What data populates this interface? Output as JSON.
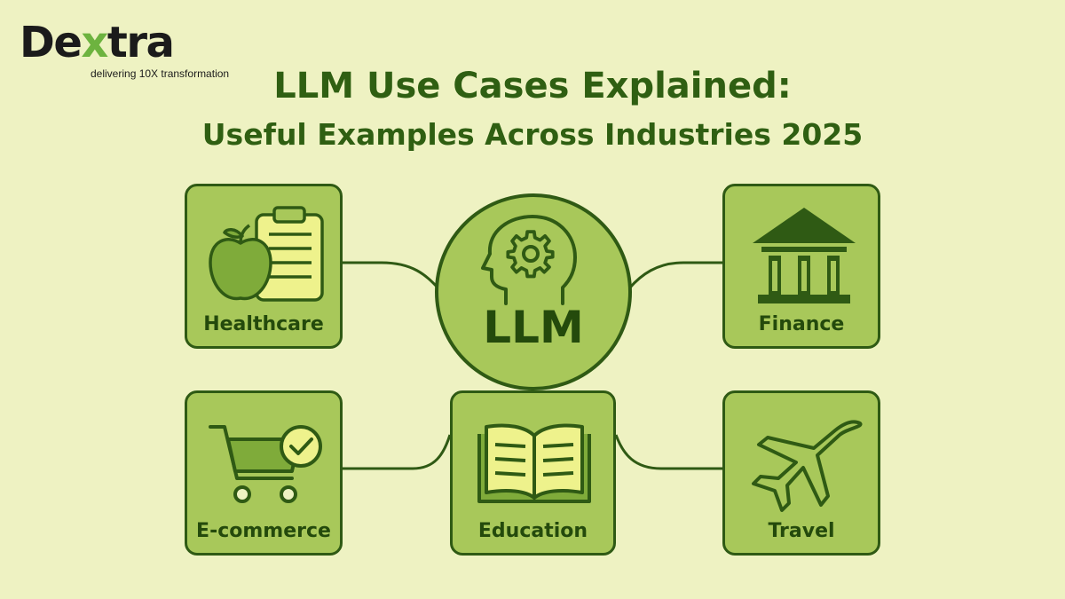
{
  "brand": {
    "name_part1": "De",
    "name_x": "x",
    "name_part2": "tra",
    "tagline": "delivering 10X transformation"
  },
  "title": "LLM Use Cases Explained:",
  "subtitle": "Useful Examples Across Industries 2025",
  "hub": {
    "label": "LLM",
    "icon": "head-with-gear-icon"
  },
  "nodes": [
    {
      "label": "Healthcare",
      "icon": "apple-clipboard-icon"
    },
    {
      "label": "Finance",
      "icon": "bank-building-icon"
    },
    {
      "label": "E-commerce",
      "icon": "shopping-cart-check-icon"
    },
    {
      "label": "Education",
      "icon": "open-book-icon"
    },
    {
      "label": "Travel",
      "icon": "airplane-icon"
    }
  ],
  "colors": {
    "background": "#eef2c2",
    "card_fill": "#a8c85a",
    "outline": "#2f5a14",
    "text": "#2f5f12",
    "accent": "#6db33f"
  }
}
